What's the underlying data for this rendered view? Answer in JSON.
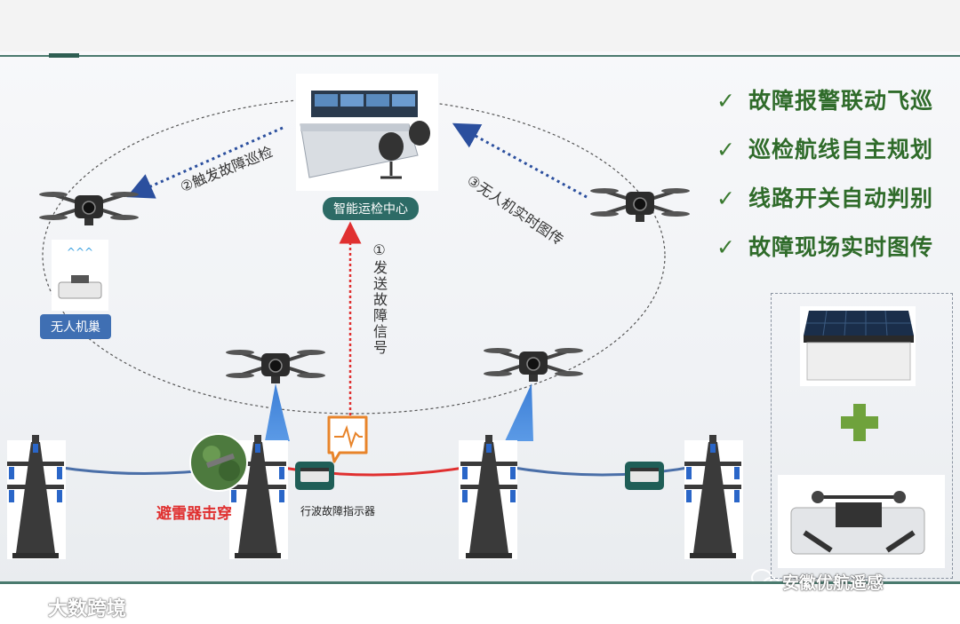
{
  "center": {
    "label": "智能运检中心"
  },
  "steps": {
    "step1": "①发送故障信号",
    "step2": "②触发故障巡检",
    "step3": "③无人机实时图传"
  },
  "nest": {
    "label": "无人机巢"
  },
  "fault": {
    "label": "避雷器击穿"
  },
  "indicator": {
    "label": "行波故障指示器"
  },
  "features": [
    "故障报警联动飞巡",
    "巡检航线自主规划",
    "线路开关自动判别",
    "故障现场实时图传"
  ],
  "watermark": {
    "left": "大数跨境",
    "right": "安徽优航遥感"
  },
  "colors": {
    "accent": "#2d6b66",
    "feature_green": "#2f6b2a",
    "fault_red": "#e03030",
    "arrow_blue": "#2b4f9e",
    "line_blue": "#4a6fa8"
  }
}
